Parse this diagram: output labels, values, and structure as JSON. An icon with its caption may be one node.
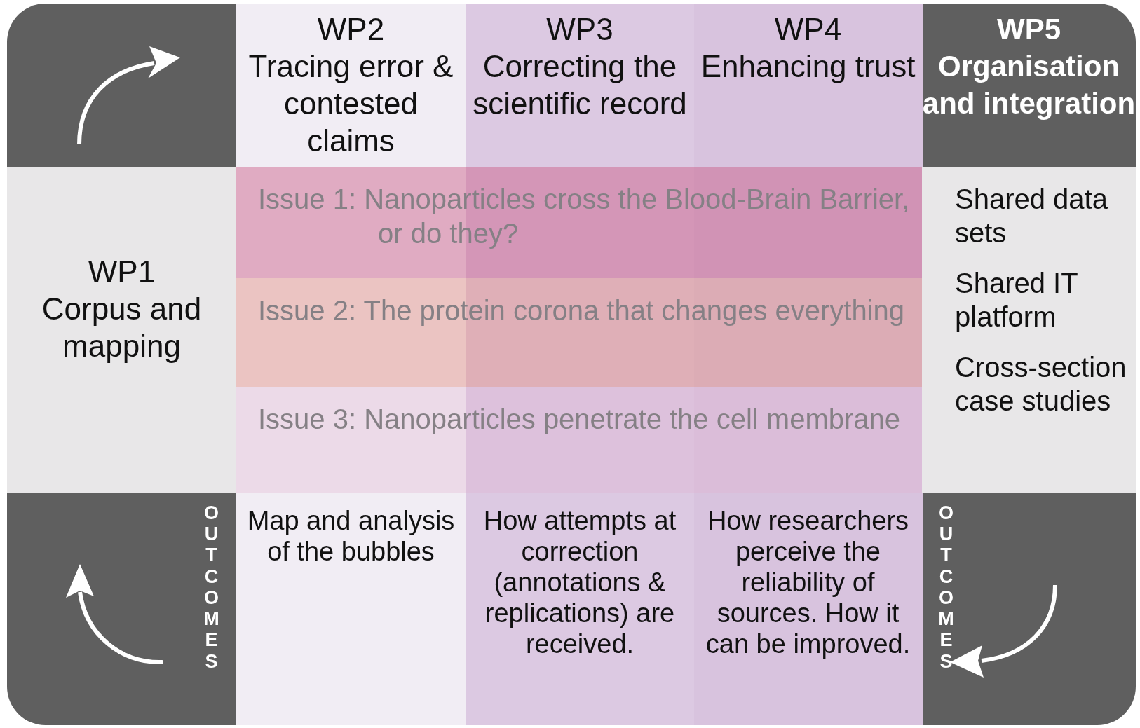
{
  "diagram": {
    "nodes": [
      {
        "text": [
          "WP2",
          "Tracing error & contested claims"
        ]
      },
      {
        "text": [
          "WP3",
          "Correcting the scientific record"
        ]
      },
      {
        "text": [
          "WP4",
          "Enhancing trust"
        ]
      },
      {
        "text": [
          "WP5",
          "Organisation and integration"
        ]
      },
      {
        "text": [
          "WP1",
          "Corpus and mapping"
        ]
      },
      {
        "text": [
          "Issue 1: Nanoparticles cross the Blood-Brain Barrier, or do they?"
        ]
      },
      {
        "text": [
          "Issue 2: The protein corona that changes everything"
        ]
      },
      {
        "text": [
          "Issue 3: Nanoparticles penetrate the cell membrane"
        ]
      },
      {
        "text": [
          "Shared data sets",
          "Shared IT platform",
          "Cross-section case studies"
        ]
      },
      {
        "text": [
          "Map and analysis of the bubbles"
        ]
      },
      {
        "text": [
          "How attempts at correction (annotations & replications) are received."
        ]
      },
      {
        "text": [
          "How researchers perceive the reliability of sources. How it can be improved."
        ]
      }
    ],
    "labels": [
      "OUTCOMES",
      "OUTCOMES"
    ]
  }
}
